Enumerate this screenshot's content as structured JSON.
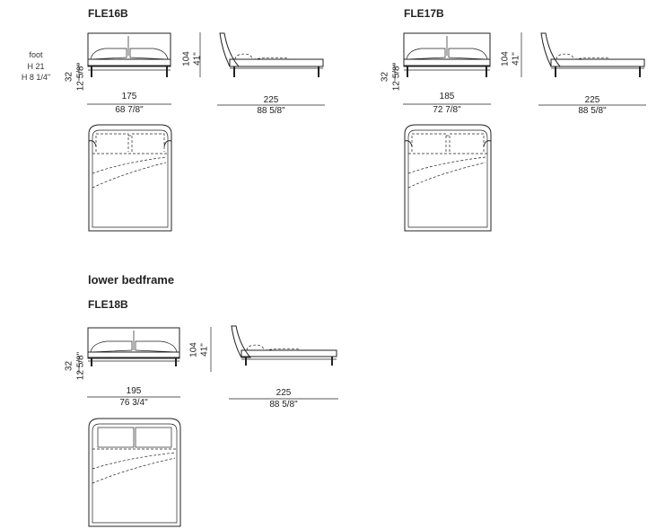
{
  "foot_note": {
    "label": "foot",
    "metric": "H 21",
    "imperial": "H 8 1/4\""
  },
  "section_lower": "lower bedframe",
  "models": [
    {
      "code": "FLE16B",
      "front_width_cm": "175",
      "front_width_in": "68 7/8\"",
      "height_cm": "104",
      "height_in": "41\"",
      "frame_h_cm": "32",
      "frame_h_in": "12 5/8\"",
      "length_cm": "225",
      "length_in": "88 5/8\""
    },
    {
      "code": "FLE17B",
      "front_width_cm": "185",
      "front_width_in": "72 7/8\"",
      "height_cm": "104",
      "height_in": "41\"",
      "frame_h_cm": "32",
      "frame_h_in": "12 5/8\"",
      "length_cm": "225",
      "length_in": "88 5/8\""
    },
    {
      "code": "FLE18B",
      "front_width_cm": "195",
      "front_width_in": "76 3/4\"",
      "height_cm": "104",
      "height_in": "41\"",
      "frame_h_cm": "32",
      "frame_h_in": "12 5/8\"",
      "length_cm": "225",
      "length_in": "88 5/8\""
    }
  ]
}
